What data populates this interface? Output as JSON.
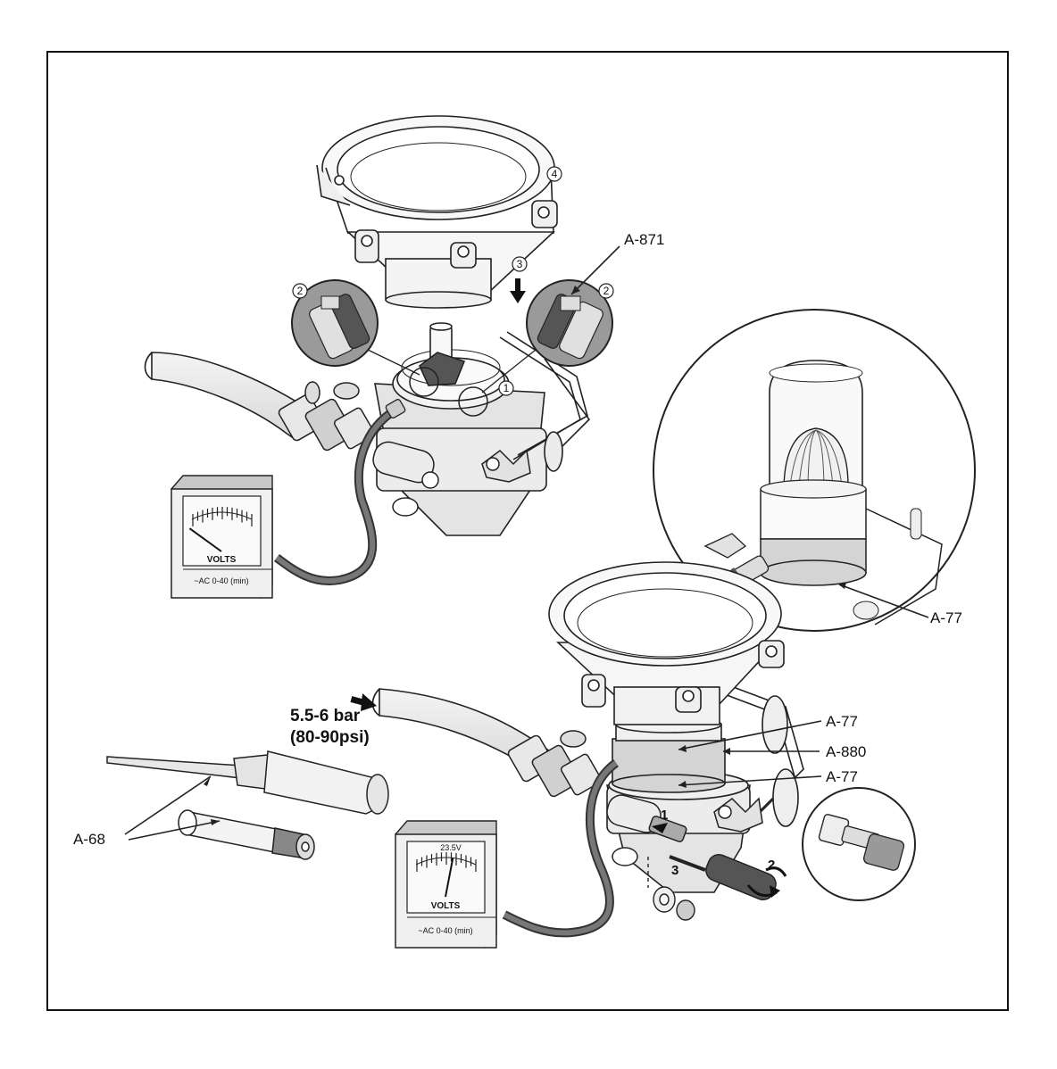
{
  "labels": {
    "a871": "A-871",
    "a77_circle": "A-77",
    "a77_top": "A-77",
    "a880": "A-880",
    "a77_bottom": "A-77",
    "a68": "A-68",
    "pressure_line1": "5.5-6 bar",
    "pressure_line2": "(80-90psi)"
  },
  "steps_top": {
    "s1": "1",
    "s2_left": "2",
    "s2_right": "2",
    "s3": "3",
    "s4": "4"
  },
  "steps_bottom": {
    "s1": "1",
    "s2": "2",
    "s3": "3"
  },
  "meter_top": {
    "unit": "VOLTS",
    "range": "~AC 0-40 (min)",
    "reading_fraction": 0.05
  },
  "meter_bottom": {
    "unit": "VOLTS",
    "range": "~AC 0-40 (min)",
    "reading": "23.5V",
    "reading_fraction": 0.59
  }
}
